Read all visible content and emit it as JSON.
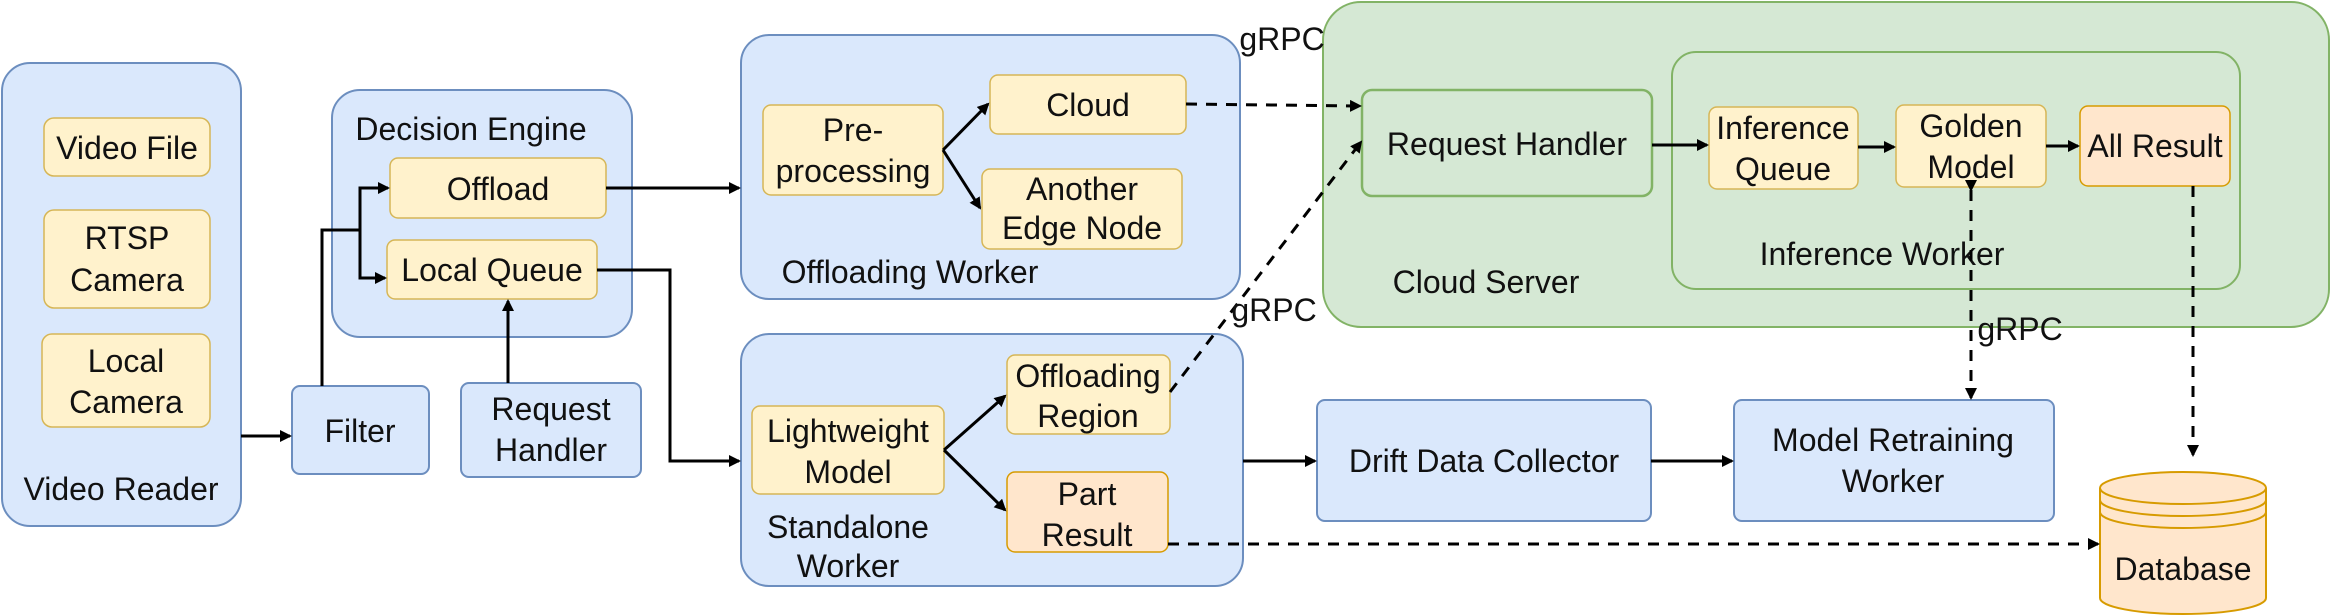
{
  "groups": {
    "video_reader": "Video Reader",
    "decision_engine": "Decision Engine",
    "offloading_worker": "Offloading Worker",
    "standalone_worker": [
      "Standalone",
      "Worker"
    ],
    "cloud_server": "Cloud Server",
    "inference_worker": "Inference Worker"
  },
  "nodes": {
    "video_file": [
      "Video File"
    ],
    "rtsp_camera": [
      "RTSP",
      "Camera"
    ],
    "local_camera": [
      "Local",
      "Camera"
    ],
    "filter": [
      "Filter"
    ],
    "offload": [
      "Offload"
    ],
    "local_queue": [
      "Local Queue"
    ],
    "request_handler_edge": [
      "Request",
      "Handler"
    ],
    "preprocessing": [
      "Pre-",
      "processing"
    ],
    "cloud": [
      "Cloud"
    ],
    "another_edge_node": [
      "Another",
      "Edge Node"
    ],
    "lightweight_model": [
      "Lightweight",
      "Model"
    ],
    "offloading_region": [
      "Offloading",
      "Region"
    ],
    "part_result": [
      "Part",
      "Result"
    ],
    "drift_data_collector": [
      "Drift Data Collector"
    ],
    "model_retraining_worker": [
      "Model Retraining",
      "Worker"
    ],
    "request_handler_cloud": [
      "Request Handler"
    ],
    "inference_queue": [
      "Inference",
      "Queue"
    ],
    "golden_model": [
      "Golden",
      "Model"
    ],
    "all_result": [
      "All Result"
    ],
    "database": [
      "Database"
    ]
  },
  "edge_labels": {
    "grpc_top": "gRPC",
    "grpc_mid": "gRPC",
    "grpc_right": "gRPC"
  },
  "colors": {
    "blue_fill": "#dae8fc",
    "blue_stroke": "#6c8ebf",
    "green_fill": "#d5e8d4",
    "green_stroke": "#82b366",
    "yellow_fill": "#fff2cc",
    "yellow_stroke": "#d6b656",
    "orange_fill": "#ffe6cc",
    "orange_stroke": "#d79b00"
  }
}
